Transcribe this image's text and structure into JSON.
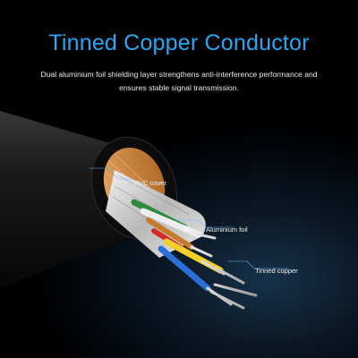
{
  "heading": {
    "title": "Tinned Copper Conductor",
    "description": "Dual aluminium foil shielding layer strengthens anti-interference performance and ensures stable signal transmission."
  },
  "callouts": {
    "pvc": "PVC cover",
    "foil": "Aluminium foil",
    "copper": "Tinned copper"
  },
  "colors": {
    "title": "#2aa7f0",
    "background_glow": "#16324a",
    "callout_line": "#6fb6ff"
  }
}
